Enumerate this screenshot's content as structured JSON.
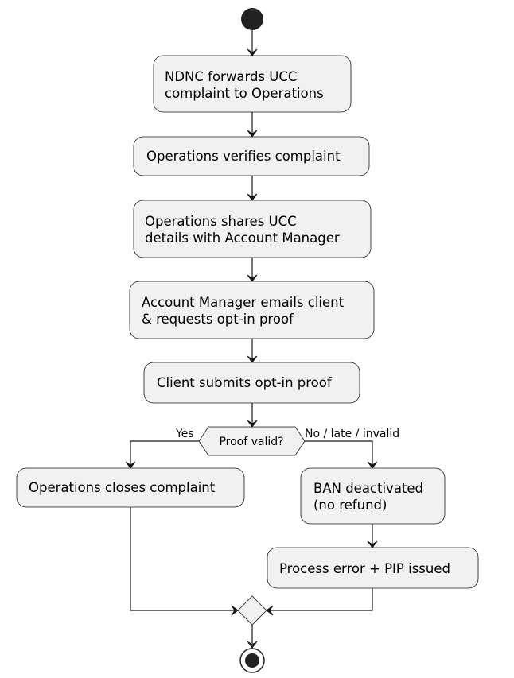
{
  "nodes": {
    "forward": [
      "NDNC forwards UCC",
      "complaint to Operations"
    ],
    "verify": [
      "Operations verifies complaint"
    ],
    "share": [
      "Operations shares UCC",
      "details with Account Manager"
    ],
    "email": [
      "Account Manager emails client",
      "& requests opt-in proof"
    ],
    "submit": [
      "Client submits opt-in proof"
    ],
    "close": [
      "Operations closes complaint"
    ],
    "deactivate": [
      "BAN deactivated",
      "(no refund)"
    ],
    "pip": [
      "Process error + PIP issued"
    ]
  },
  "decision": {
    "label": "Proof valid?",
    "yes_label": "Yes",
    "no_label": "No / late / invalid"
  }
}
